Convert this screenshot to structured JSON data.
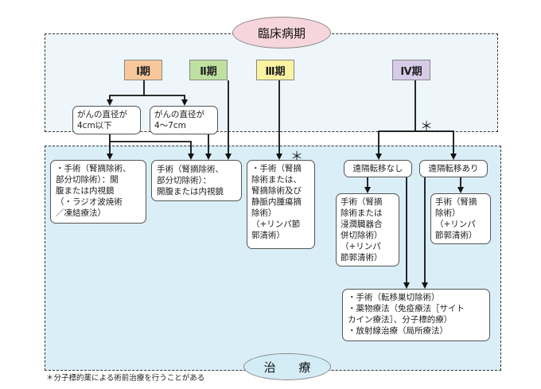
{
  "header": {
    "title": "臨床病期"
  },
  "footer": {
    "title": "治 療"
  },
  "stages": {
    "s1": "Ⅰ期",
    "s2": "Ⅱ期",
    "s3": "Ⅲ期",
    "s4": "Ⅳ期"
  },
  "diameter": {
    "a": "がんの直径が\n4cm以下",
    "b": "がんの直径が\n4～7cm"
  },
  "treatments": {
    "t1": "・手術（腎摘除術、\n部分切除術）：開\n腹または内視鏡\n（・ラジオ波焼術\n／凍結療法）",
    "t2": "手術（腎摘除術、\n部分切除術）：\n開腹または内視鏡",
    "t3": "・手術（腎摘\n除術または、\n腎摘除術及び\n静脈内腫瘍摘\n除術）\n（+リンパ節\n郭清術）",
    "metastasis_none": "遠隔転移なし",
    "metastasis_yes": "遠隔転移あり",
    "t4a": "手術（腎摘\n除術または\n浸潤臓器合\n併切除術）\n（+リンパ\n節郭清術）",
    "t4b": "手術（腎摘\n除術）\n（+リンパ\n節郭清術）",
    "t4c": "・手術（転移巣切除術）\n・薬物療法（免疫療法［サイト\nカイン療法］、分子標的療）\n・放射線治療（局所療法）"
  },
  "asterisk": "＊",
  "footnote": "＊分子標的薬による術前治療を行うことがある"
}
